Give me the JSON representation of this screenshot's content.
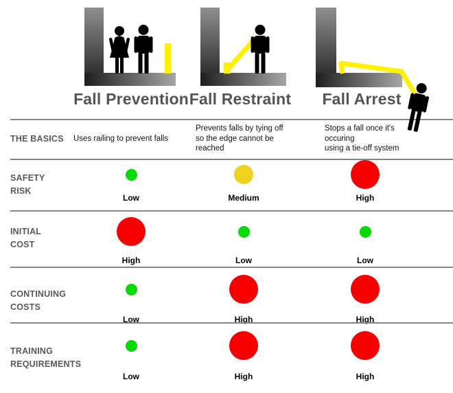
{
  "header": {
    "columns": [
      {
        "title": "Fall Prevention"
      },
      {
        "title": "Fall Restraint"
      },
      {
        "title": "Fall Arrest"
      }
    ]
  },
  "icons": {
    "column1": [
      "wall-ledge-graphic",
      "female-figure-icon",
      "male-figure-icon",
      "guardrail-icon"
    ],
    "column2": [
      "wall-ledge-graphic",
      "male-figure-icon",
      "tether-line-icon",
      "anchor-icon"
    ],
    "column3": [
      "wall-ledge-graphic",
      "lifeline-rope-icon",
      "falling-person-icon"
    ]
  },
  "rows": [
    {
      "label": "THE BASICS",
      "type": "text",
      "cells": [
        {
          "text": "Uses railing to prevent falls"
        },
        {
          "text": "Prevents falls by tying off\nso the edge cannot be reached"
        },
        {
          "text": "Stops a fall once it's occuring\nusing a tie-off system"
        }
      ]
    },
    {
      "label": "SAFETY\nRISK",
      "type": "rating",
      "cells": [
        {
          "value": "Low",
          "size": "small",
          "color": "#00dc00",
          "dot_class": "dot dot-sm dot-low"
        },
        {
          "value": "Medium",
          "size": "medium",
          "color": "#eed21e",
          "dot_class": "dot dot-md dot-medium"
        },
        {
          "value": "High",
          "size": "large",
          "color": "#f80000",
          "dot_class": "dot dot-lg dot-high"
        }
      ]
    },
    {
      "label": "INITIAL\nCOST",
      "type": "rating",
      "cells": [
        {
          "value": "High",
          "size": "large",
          "color": "#f80000",
          "dot_class": "dot dot-lg dot-high"
        },
        {
          "value": "Low",
          "size": "small",
          "color": "#00dc00",
          "dot_class": "dot dot-sm dot-low"
        },
        {
          "value": "Low",
          "size": "small",
          "color": "#00dc00",
          "dot_class": "dot dot-sm dot-low"
        }
      ]
    },
    {
      "label": "CONTINUING\nCOSTS",
      "type": "rating",
      "cells": [
        {
          "value": "Low",
          "size": "small",
          "color": "#00dc00",
          "dot_class": "dot dot-sm dot-low"
        },
        {
          "value": "High",
          "size": "large",
          "color": "#f80000",
          "dot_class": "dot dot-lg dot-high"
        },
        {
          "value": "High",
          "size": "large",
          "color": "#f80000",
          "dot_class": "dot dot-lg dot-high"
        }
      ]
    },
    {
      "label": "TRAINING\nREQUIREMENTS",
      "type": "rating",
      "cells": [
        {
          "value": "Low",
          "size": "small",
          "color": "#00dc00",
          "dot_class": "dot dot-sm dot-low"
        },
        {
          "value": "High",
          "size": "large",
          "color": "#f80000",
          "dot_class": "dot dot-lg dot-high"
        },
        {
          "value": "High",
          "size": "large",
          "color": "#f80000",
          "dot_class": "dot dot-lg dot-high"
        }
      ]
    }
  ],
  "colors": {
    "low": "#00dc00",
    "medium": "#eed21e",
    "high": "#f80000",
    "divider": "#868686",
    "heading": "#595959",
    "title": "#545454",
    "rope_yellow": "#fff100"
  }
}
